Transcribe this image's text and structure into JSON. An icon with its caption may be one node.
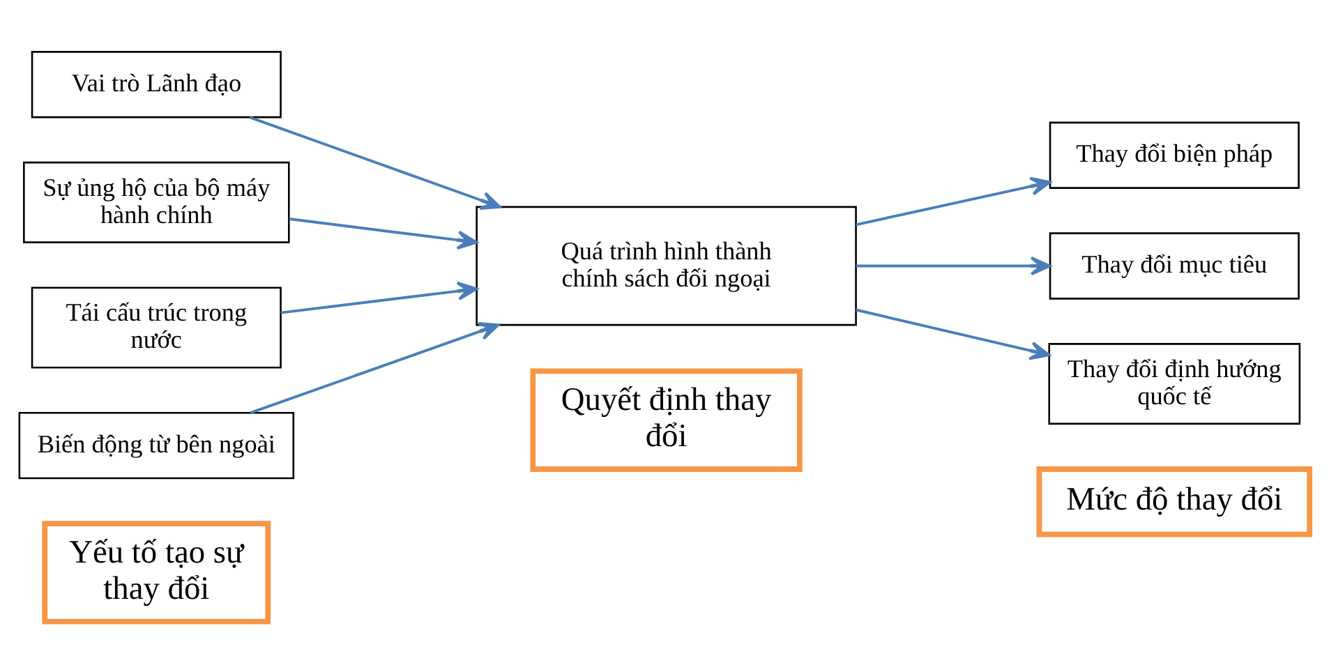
{
  "diagram": {
    "nodes": [
      {
        "text": [
          "Yếu tố tạo sự thay đổi"
        ]
      },
      {
        "text": [
          "Quyết định thay đổi"
        ]
      },
      {
        "text": [
          "Mức độ thay đổi"
        ]
      },
      {
        "text": [
          "Vai trò Lãnh đạo"
        ]
      },
      {
        "text": [
          "Sự ủng hộ của bộ máy hành chính"
        ]
      },
      {
        "text": [
          "Tái cấu trúc trong nước"
        ]
      },
      {
        "text": [
          "Biến động từ bên ngoài"
        ]
      },
      {
        "text": [
          "Quá trình hình thành chính sách đối ngoại"
        ]
      },
      {
        "text": [
          "Thay đổi biện pháp"
        ]
      },
      {
        "text": [
          "Thay đổi mục tiêu"
        ]
      },
      {
        "text": [
          "Thay đổi định hướng quốc tế"
        ]
      }
    ],
    "edges": [
      {
        "from": 3,
        "to": 7,
        "arrow": "to"
      },
      {
        "from": 4,
        "to": 7,
        "arrow": "to"
      },
      {
        "from": 5,
        "to": 7,
        "arrow": "to"
      },
      {
        "from": 6,
        "to": 7,
        "arrow": "to"
      },
      {
        "from": 7,
        "to": 8,
        "arrow": "to"
      },
      {
        "from": 7,
        "to": 9,
        "arrow": "to"
      },
      {
        "from": 7,
        "to": 10,
        "arrow": "to"
      }
    ]
  }
}
